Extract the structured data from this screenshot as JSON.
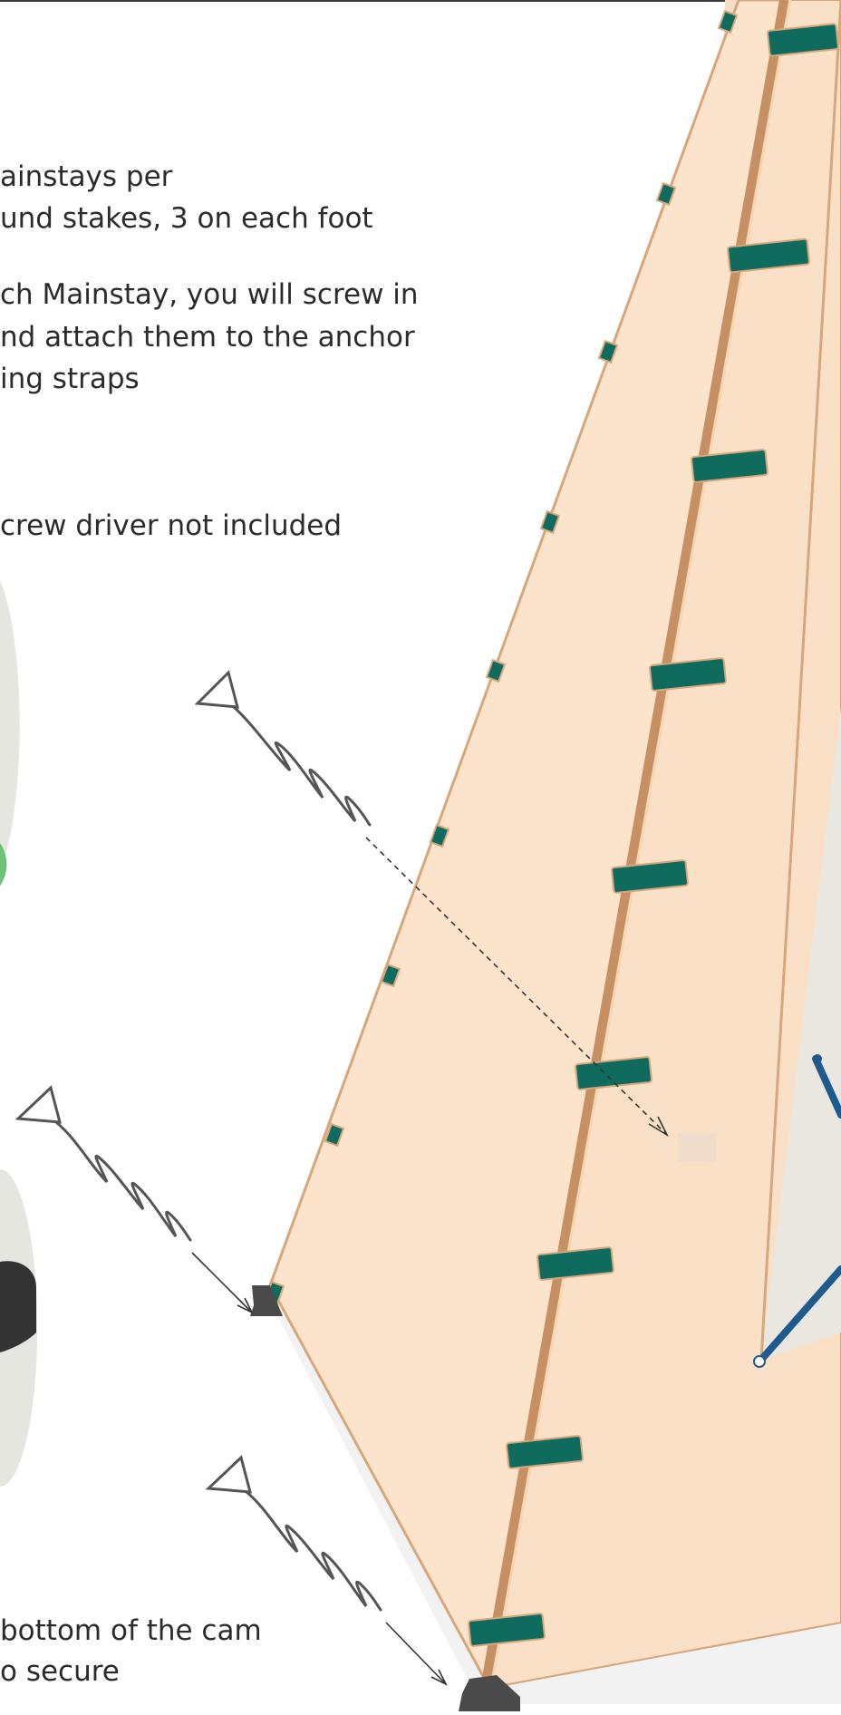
{
  "instructions": {
    "block1": [
      "ainstays per",
      "und stakes, 3 on each foot"
    ],
    "block2": [
      "ch Mainstay, you will screw in",
      "nd attach them to the anchor",
      "ing straps"
    ],
    "note": "crew driver not included",
    "bottom": [
      "bottom of the cam",
      "o secure"
    ]
  },
  "colors": {
    "fabric": "#fbe6d3",
    "fabric_edge": "#d6a77c",
    "strap": "#0f6b5e",
    "anchor": "#4a4a4a",
    "pole": "#1e5a8e",
    "circle": "#e6e6e1",
    "ground": "#eeeeee"
  }
}
